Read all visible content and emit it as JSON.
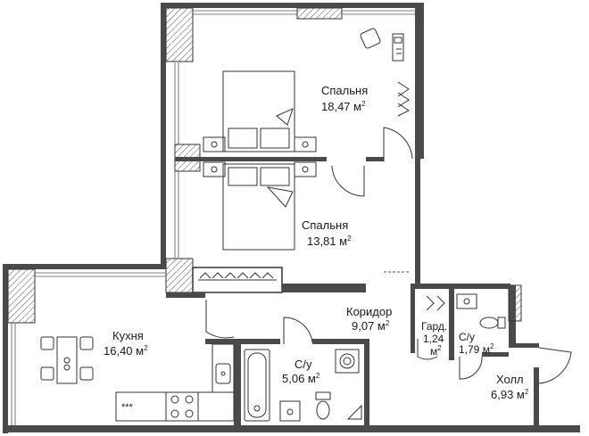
{
  "rooms": {
    "bedroom1": {
      "name": "Спальня",
      "area": "18,47 м",
      "unit_sup": "2"
    },
    "bedroom2": {
      "name": "Спальня",
      "area": "13,81 м",
      "unit_sup": "2"
    },
    "kitchen": {
      "name": "Кухня",
      "area": "16,40 м",
      "unit_sup": "2"
    },
    "corridor": {
      "name": "Коридор",
      "area": "9,07 м",
      "unit_sup": "2"
    },
    "bath": {
      "name": "С/у",
      "area": "5,06 м",
      "unit_sup": "2"
    },
    "wardrobe": {
      "name": "Гард.",
      "area": "1,24",
      "unit_line": "м",
      "unit_sup": "2"
    },
    "wc": {
      "name": "С/у",
      "area": "1,79 м",
      "unit_sup": "2"
    },
    "hall": {
      "name": "Холл",
      "area": "6,93 м",
      "unit_sup": "2"
    }
  },
  "stove_label": "***",
  "colors": {
    "wall": "#4a4a4a",
    "line": "#333333",
    "background": "#ffffff"
  },
  "icons": [
    "bed-icon",
    "hanger-icon",
    "desk-icon",
    "chair-icon",
    "dining-table-icon",
    "stove-icon",
    "sink-icon",
    "bathtub-icon",
    "toilet-icon",
    "washing-machine-icon",
    "door-swing-icon"
  ]
}
